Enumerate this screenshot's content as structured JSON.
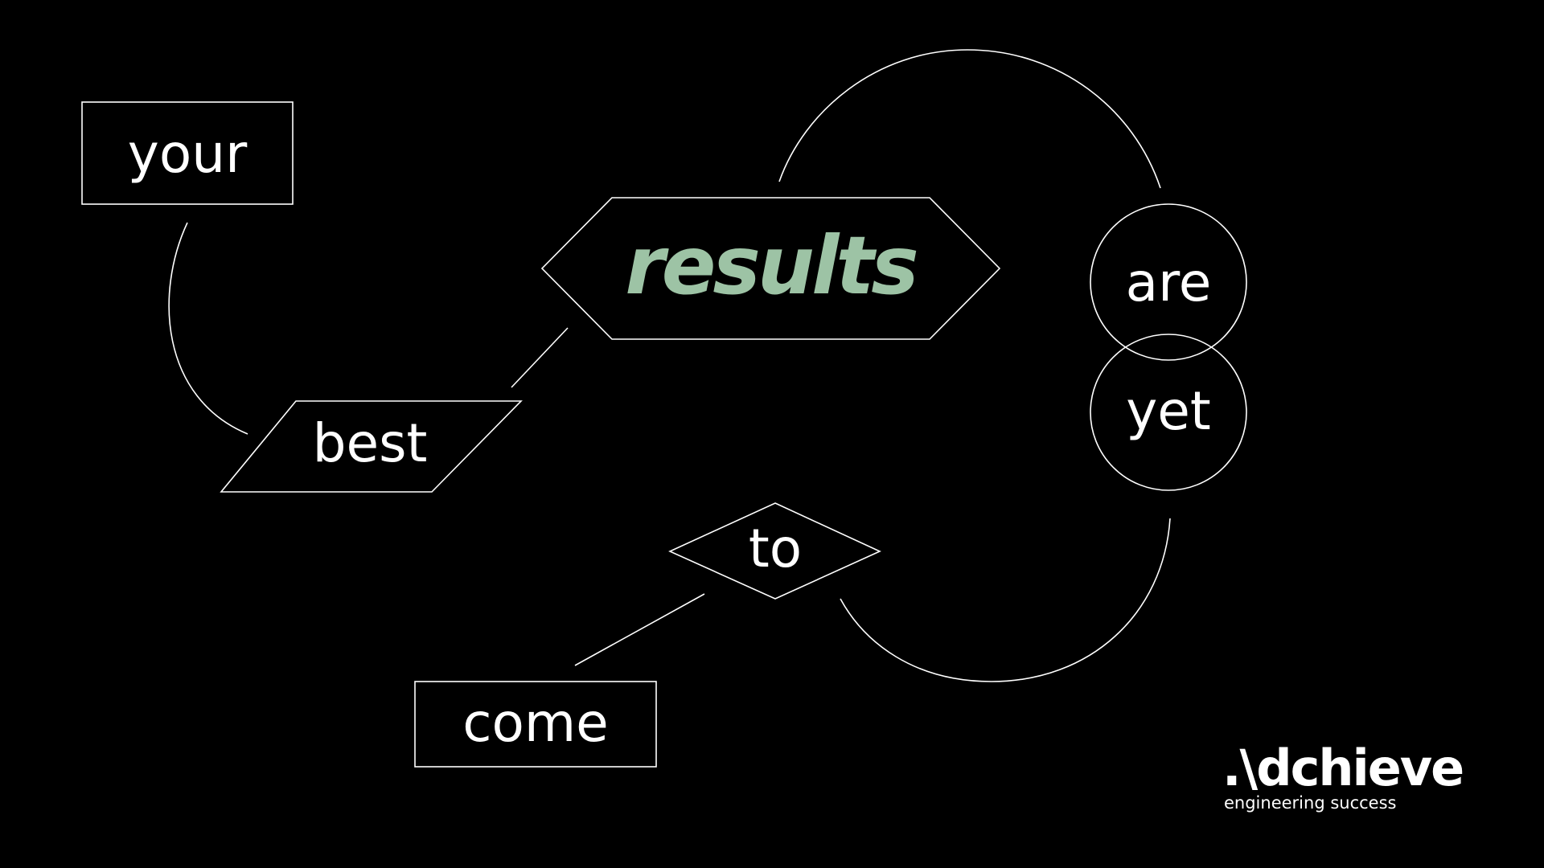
{
  "words": {
    "your": "your",
    "best": "best",
    "results": "results",
    "are": "are",
    "yet": "yet",
    "to": "to",
    "come": "come"
  },
  "brand": {
    "name": ".\\dchieve",
    "tagline": "engineering success"
  },
  "colors": {
    "background": "#000000",
    "stroke": "#ffffff",
    "text": "#ffffff",
    "accent": "#9dc3a5"
  }
}
